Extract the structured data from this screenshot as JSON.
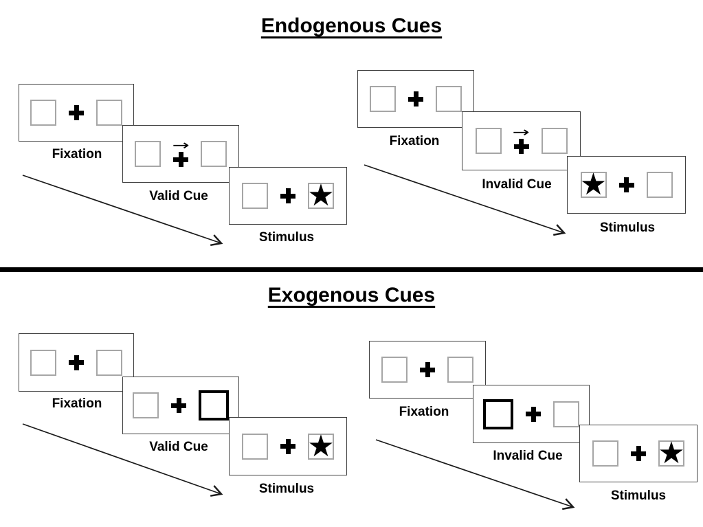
{
  "titles": {
    "endogenous": "Endogenous Cues",
    "exogenous": "Exogenous Cues"
  },
  "glyphs": {
    "star": "★",
    "cue_arrow": "→",
    "fixation_cross": "+"
  },
  "colors": {
    "background": "#ffffff",
    "panel_border": "#404040",
    "placeholder_box_border": "#a6a6a6",
    "cue_box_border": "#000000",
    "ink": "#000000",
    "divider": "#000000"
  },
  "groups": [
    {
      "id": "endogenous-valid",
      "fixation_label": "Fixation",
      "cue_label": "Valid Cue",
      "stimulus_label": "Stimulus",
      "cue_type": "central-arrow-right",
      "stimulus_side": "right"
    },
    {
      "id": "endogenous-invalid",
      "fixation_label": "Fixation",
      "cue_label": "Invalid Cue",
      "stimulus_label": "Stimulus",
      "cue_type": "central-arrow-right",
      "stimulus_side": "left"
    },
    {
      "id": "exogenous-valid",
      "fixation_label": "Fixation",
      "cue_label": "Valid Cue",
      "stimulus_label": "Stimulus",
      "cue_type": "peripheral-box-right",
      "stimulus_side": "right"
    },
    {
      "id": "exogenous-invalid",
      "fixation_label": "Fixation",
      "cue_label": "Invalid Cue",
      "stimulus_label": "Stimulus",
      "cue_type": "peripheral-box-left",
      "stimulus_side": "right"
    }
  ]
}
